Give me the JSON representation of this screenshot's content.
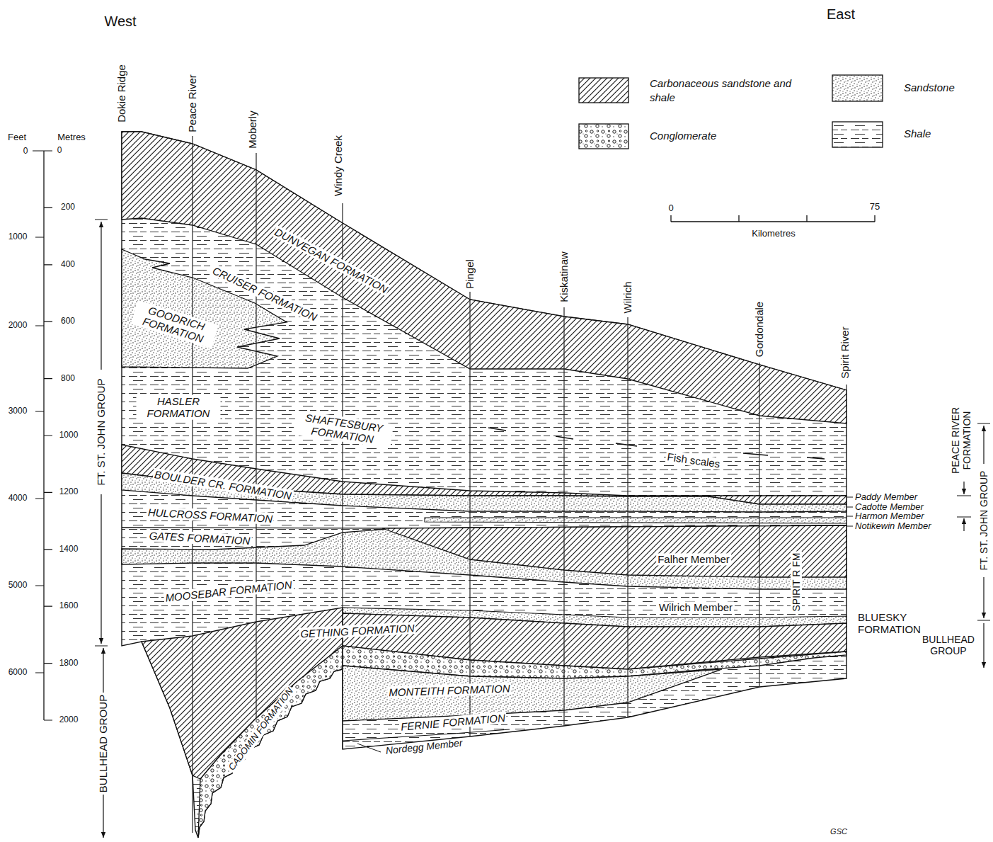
{
  "diagram": {
    "labels": [
      "West",
      "East",
      "Dokie Ridge",
      "Peace River",
      "Moberly",
      "Windy Creek",
      "Pingel",
      "Kiskatinaw",
      "Wilrich",
      "Gordondale",
      "Spirit River",
      "Feet",
      "Metres",
      "0",
      "1000",
      "2000",
      "3000",
      "4000",
      "5000",
      "6000",
      "0",
      "200",
      "400",
      "600",
      "800",
      "1000",
      "1200",
      "1400",
      "1600",
      "1800",
      "2000",
      "FT. ST. JOHN GROUP",
      "BULLHEAD GROUP",
      "0",
      "75",
      "Kilometres",
      "DUNVEGAN FORMATION",
      "CRUISER FORMATION",
      "GOODRICH FORMATION",
      "HASLER FORMATION",
      "SHAFTESBURY FORMATION",
      "Fish scales",
      "BOULDER CR. FORMATION",
      "HULCROSS FORMATION",
      "GATES FORMATION",
      "MOOSEBAR FORMATION",
      "Falher Member",
      "Wilrich Member",
      "SPIRIT R FM",
      "GETHING FORMATION",
      "CADOMIN FORMATION",
      "MONTEITH FORMATION",
      "FERNIE FORMATION",
      "Nordegg Member",
      "Paddy Member",
      "Cadotte Member",
      "Harmon Member",
      "Notikewin Member",
      "BLUESKY FORMATION",
      "BULLHEAD GROUP",
      "PEACE RIVER FORMATION",
      "FT. ST. JOHN GROUP",
      "GSC"
    ],
    "legend": [
      {
        "text": "Carbonaceous sandstone and shale"
      },
      {
        "text": "Conglomerate"
      },
      {
        "text": "Sandstone"
      },
      {
        "text": "Shale"
      }
    ]
  }
}
